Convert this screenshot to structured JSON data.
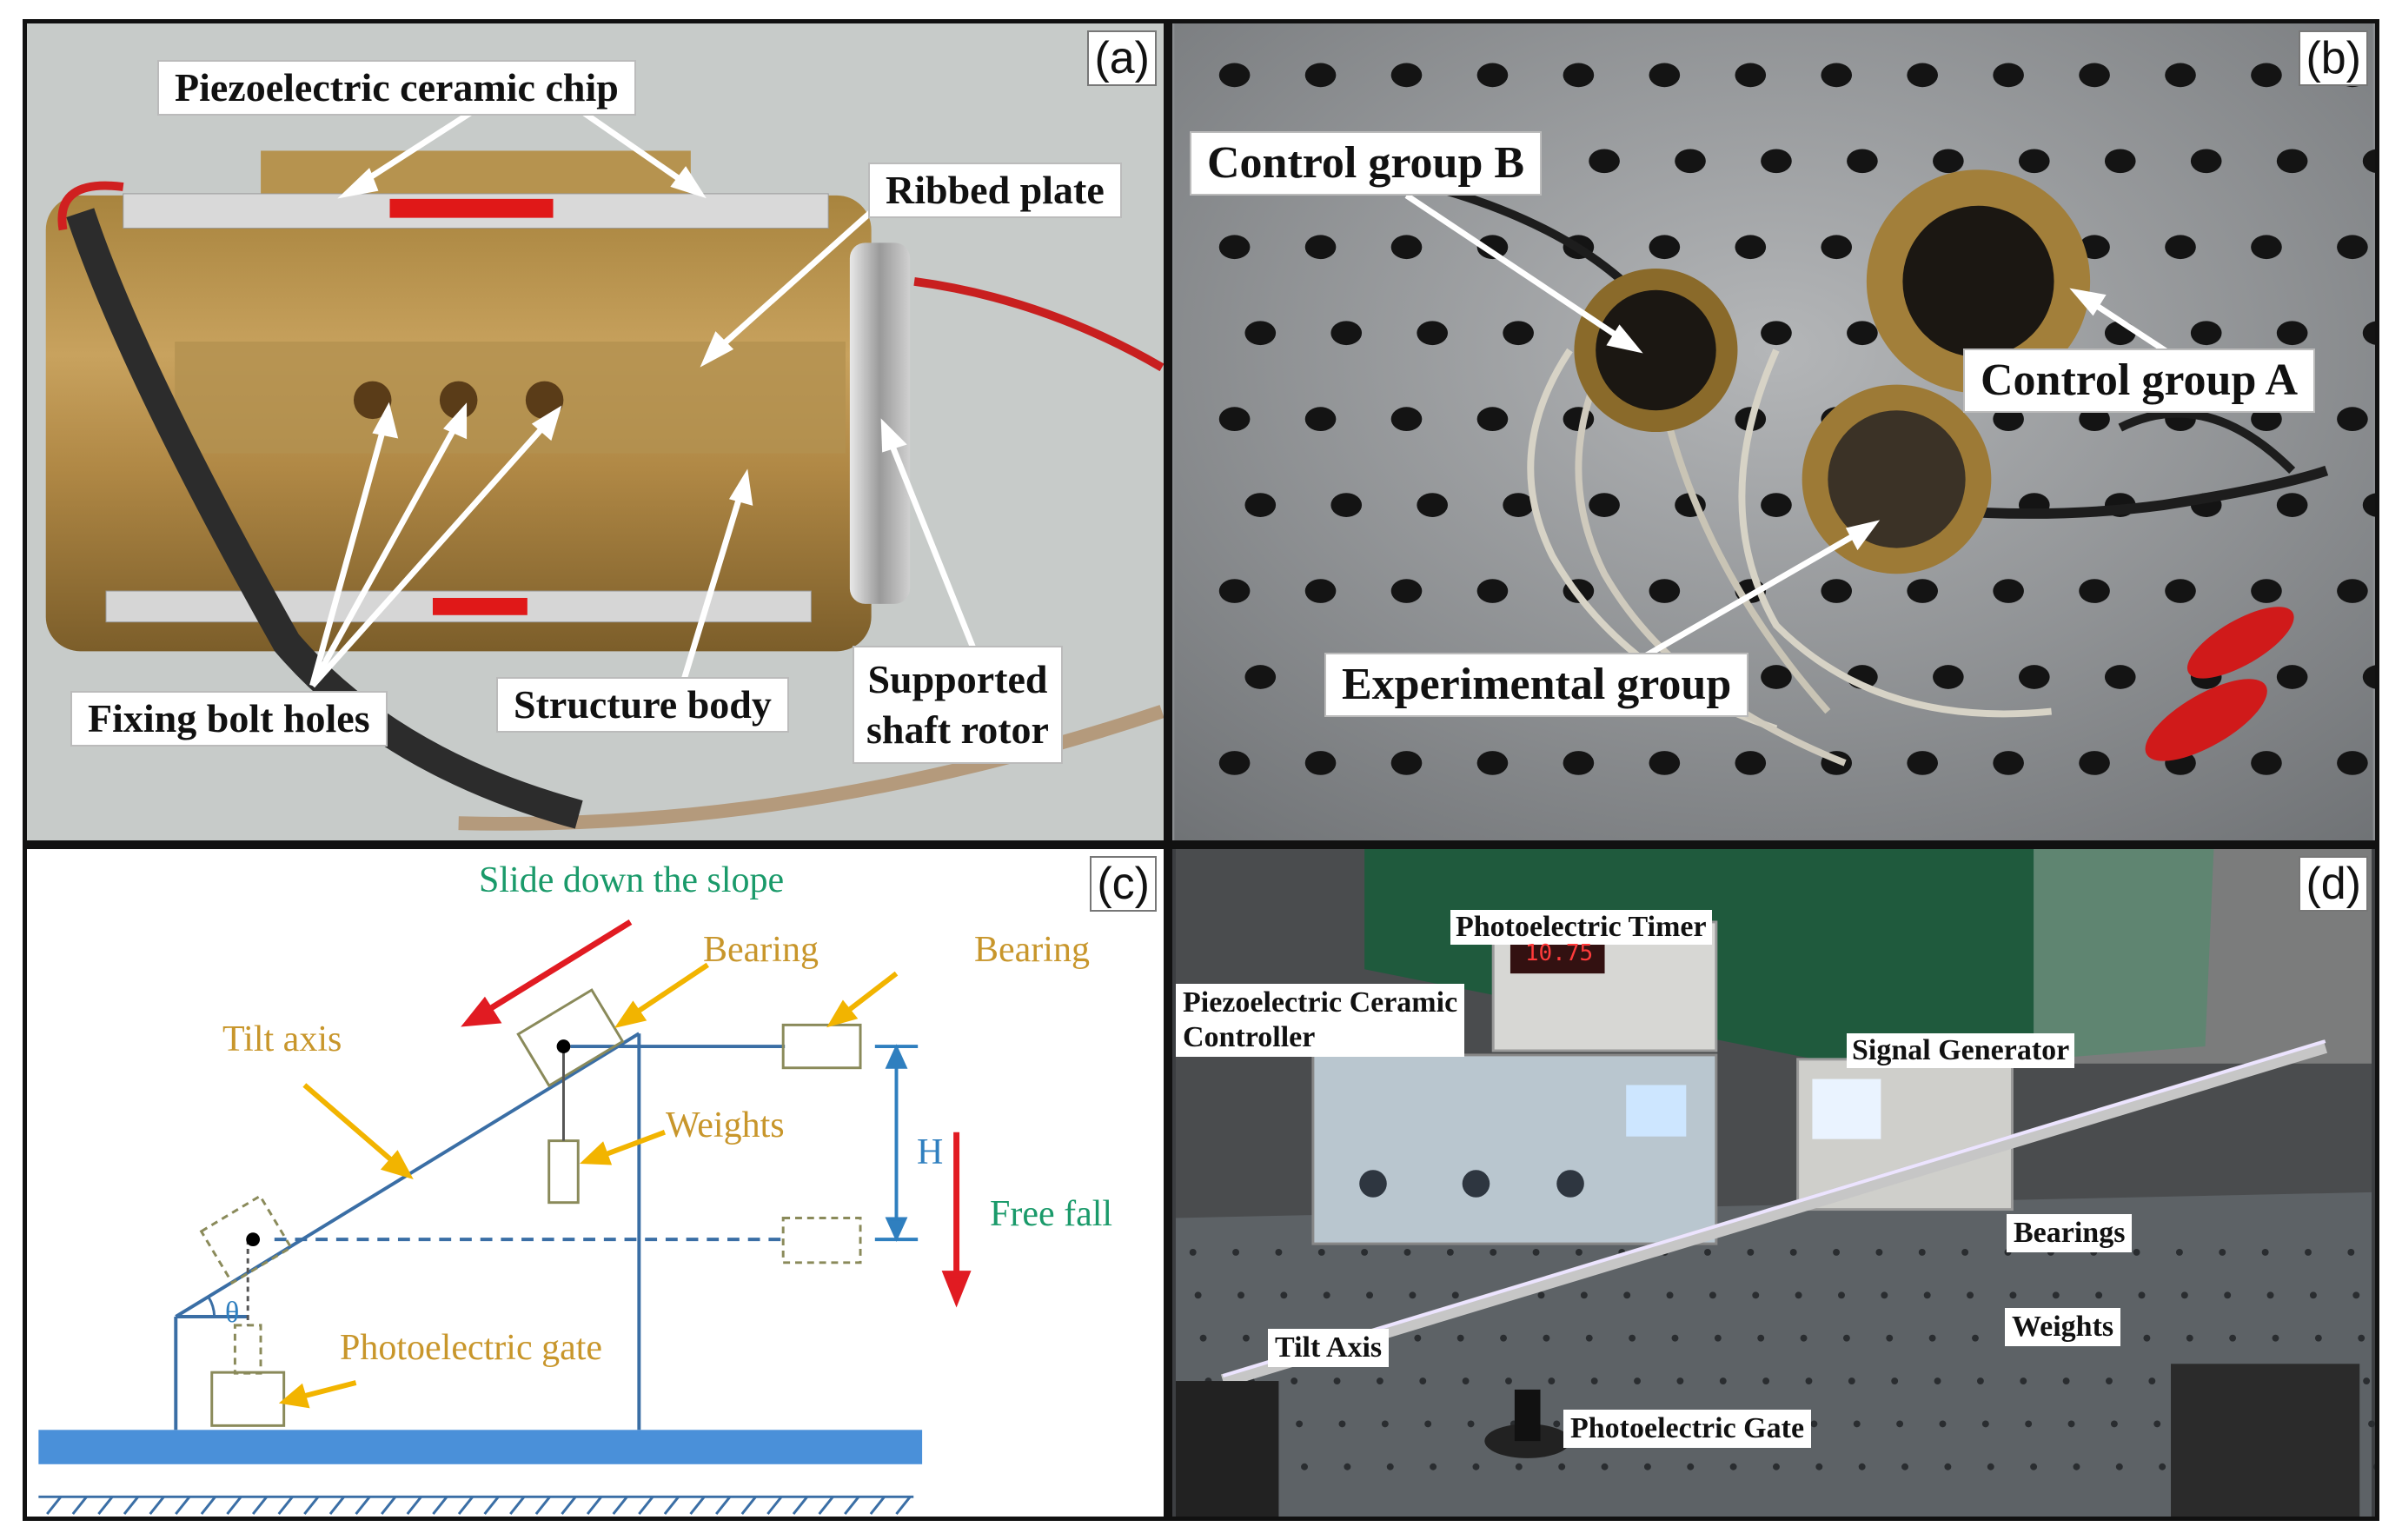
{
  "panels": {
    "a": {
      "tag": "(a)",
      "labels": {
        "piezo_chip": "Piezoelectric ceramic chip",
        "ribbed_plate": "Ribbed plate",
        "fixing_bolt_holes": "Fixing bolt holes",
        "structure_body": "Structure body",
        "supported_line1": "Supported",
        "supported_line2": "shaft rotor"
      }
    },
    "b": {
      "tag": "(b)",
      "labels": {
        "control_b": "Control group B",
        "control_a": "Control group A",
        "experimental": "Experimental group"
      }
    },
    "c": {
      "tag": "(c)",
      "labels": {
        "slide": "Slide down the slope",
        "bearing_left": "Bearing",
        "bearing_right": "Bearing",
        "tilt_axis": "Tilt axis",
        "weights": "Weights",
        "h": "H",
        "free_fall": "Free fall",
        "theta": "θ",
        "gate": "Photoelectric gate"
      }
    },
    "d": {
      "tag": "(d)",
      "labels": {
        "timer": "Photoelectric Timer",
        "controller_line1": "Piezoelectric Ceramic",
        "controller_line2": "Controller",
        "signal_gen": "Signal Generator",
        "bearings": "Bearings",
        "tilt_axis": "Tilt Axis",
        "weights": "Weights",
        "gate": "Photoelectric Gate"
      },
      "timer_display": "10.75"
    }
  },
  "colors": {
    "arrow_red": "#e11b22",
    "arrow_gold": "#f2b400",
    "diagram_blue": "#3a6ea5",
    "ground_blue": "#4a90d9",
    "text_gold": "#c8962b",
    "text_green": "#1a9a6a"
  }
}
